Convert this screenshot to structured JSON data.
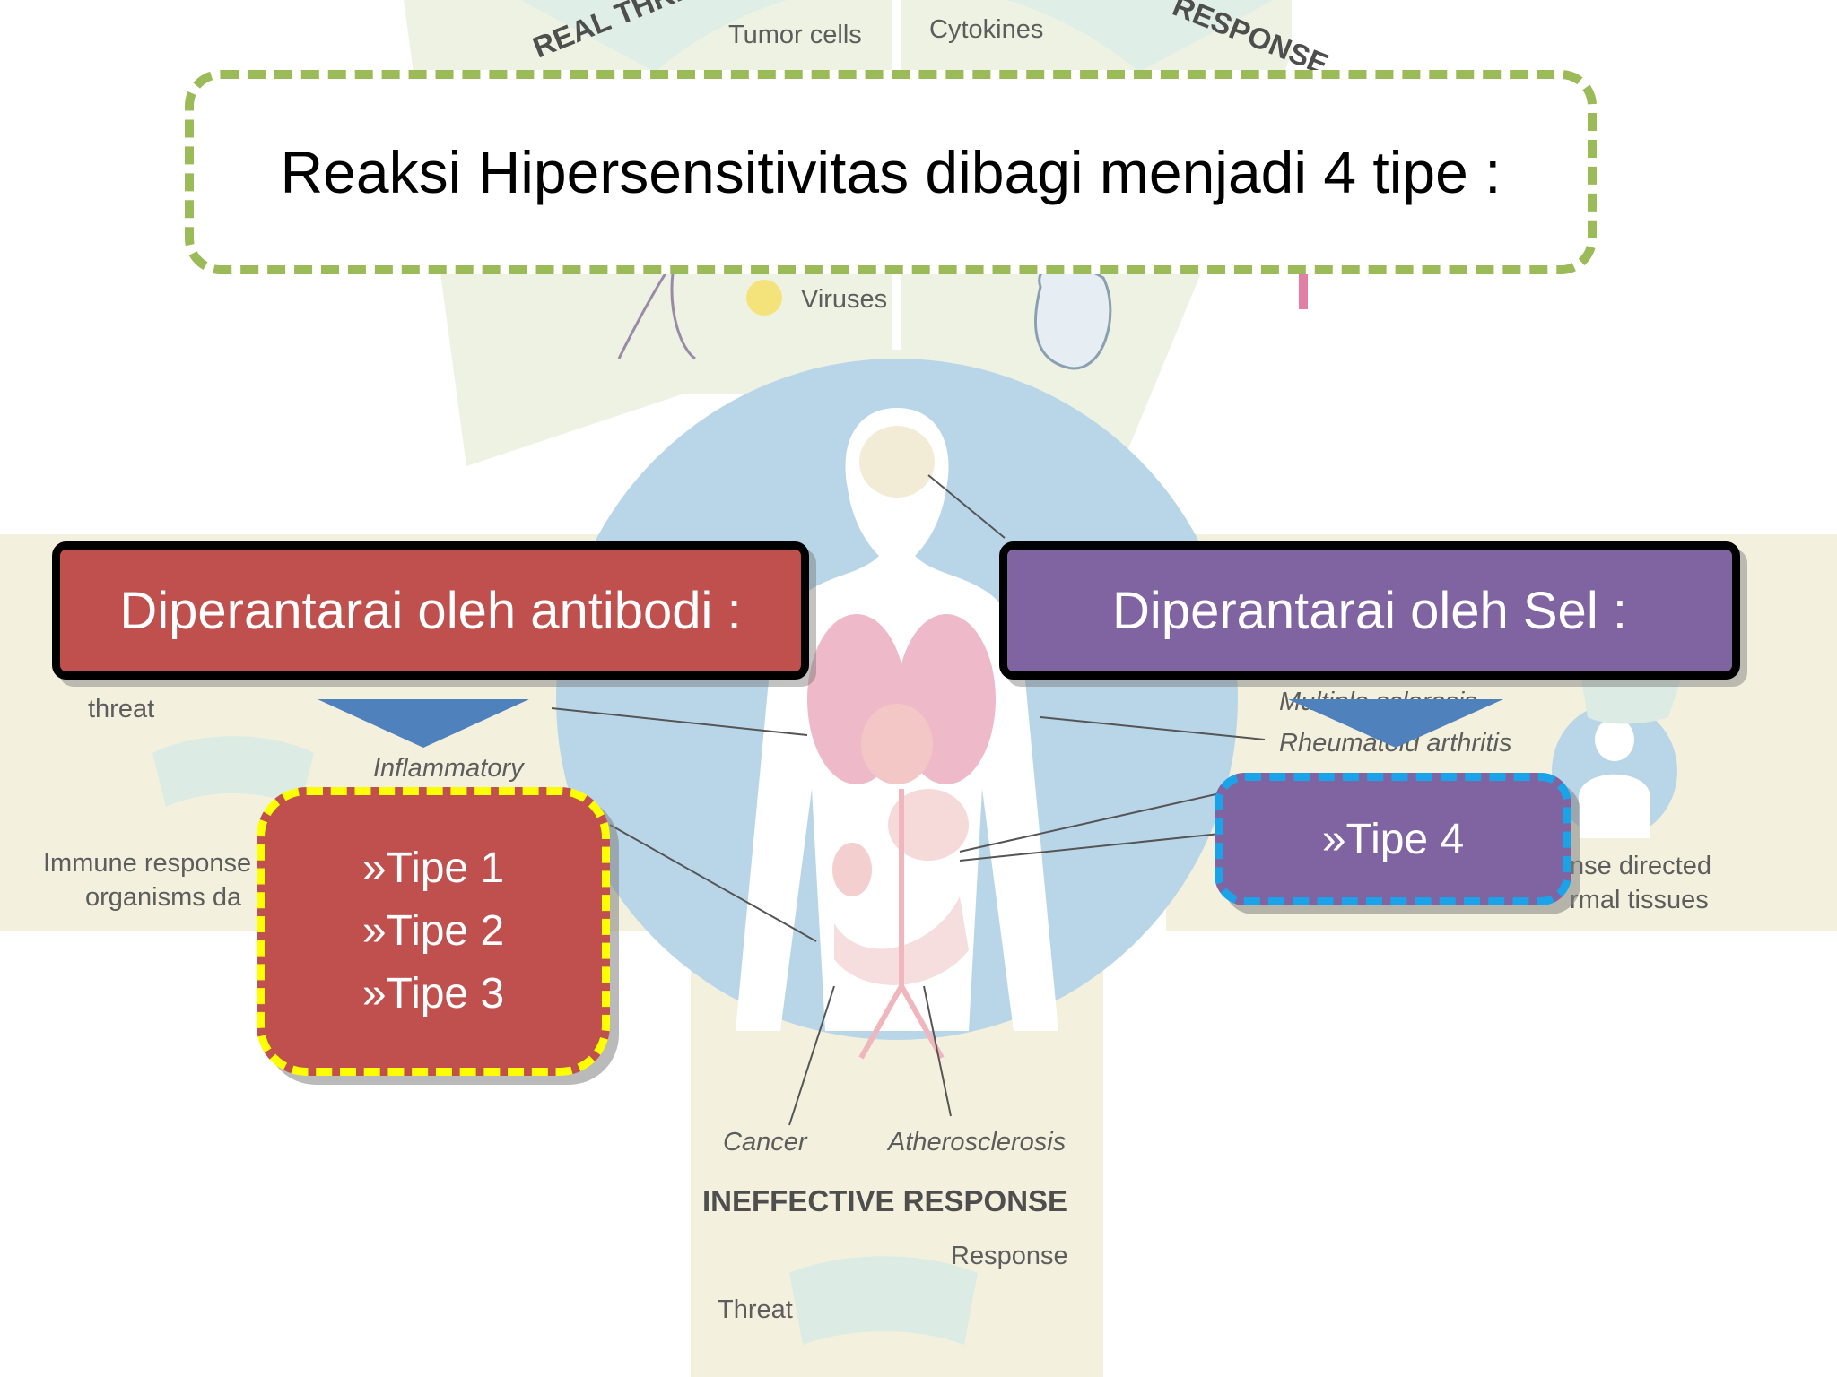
{
  "slide": {
    "title": "Reaksi Hipersensitivitas dibagi menjadi 4 tipe :",
    "groups": [
      {
        "label": "Diperantarai oleh antibodi :",
        "items": [
          "»Tipe 1",
          "»Tipe 2",
          "»Tipe 3"
        ],
        "fill_color": "#c0504d"
      },
      {
        "label": "Diperantarai oleh Sel :",
        "items": [
          "»Tipe 4"
        ],
        "fill_color": "#8064a2"
      }
    ]
  },
  "background": {
    "labels": {
      "real_threat": "REAL THREAT",
      "response": "RESPONSE",
      "tumor_cells": "Tumor cells",
      "cytokines": "Cytokines",
      "viruses": "Viruses",
      "threat": "threat",
      "inflammatory": "Inflammatory",
      "immune_response": "Immune response",
      "organisms": "organisms da",
      "multiple_sclerosis": "Multiple sclerosis",
      "rheumatoid_arthritis": "Rheumatoid arthritis",
      "response_directed": "nse directed",
      "normal_tissues": "rmal tissues",
      "cancer": "Cancer",
      "atherosclerosis": "Atherosclerosis",
      "ineffective_response": "INEFFECTIVE RESPONSE",
      "response_small": "Response",
      "threat_small": "Threat"
    }
  }
}
